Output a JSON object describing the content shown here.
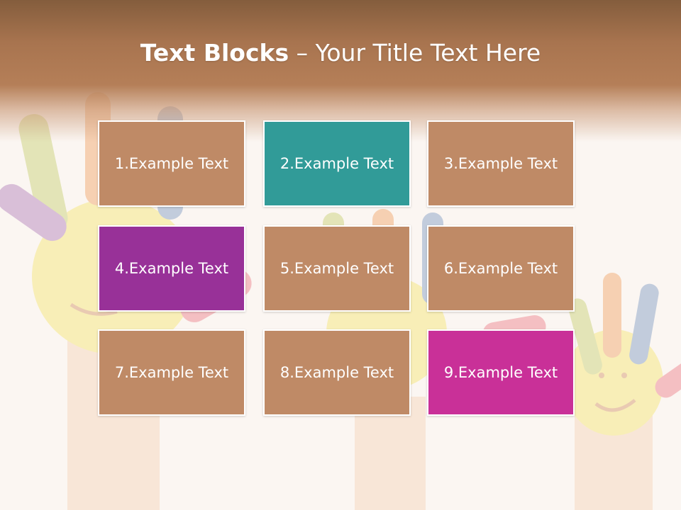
{
  "title": {
    "bold": "Text Blocks",
    "rest": " – Your Title Text Here"
  },
  "blocks": [
    {
      "label": "1.Example Text",
      "color": "#bf8a66"
    },
    {
      "label": "2.Example Text",
      "color": "#319b98"
    },
    {
      "label": "3.Example Text",
      "color": "#bf8a66"
    },
    {
      "label": "4.Example Text",
      "color": "#983198"
    },
    {
      "label": "5.Example Text",
      "color": "#bf8a66"
    },
    {
      "label": "6.Example Text",
      "color": "#bf8a66"
    },
    {
      "label": "7.Example Text",
      "color": "#bf8a66"
    },
    {
      "label": "8.Example Text",
      "color": "#bf8a66"
    },
    {
      "label": "9.Example Text",
      "color": "#c93098"
    }
  ],
  "colors": {
    "header": "#a8744f",
    "background": "#fbf6f2"
  }
}
